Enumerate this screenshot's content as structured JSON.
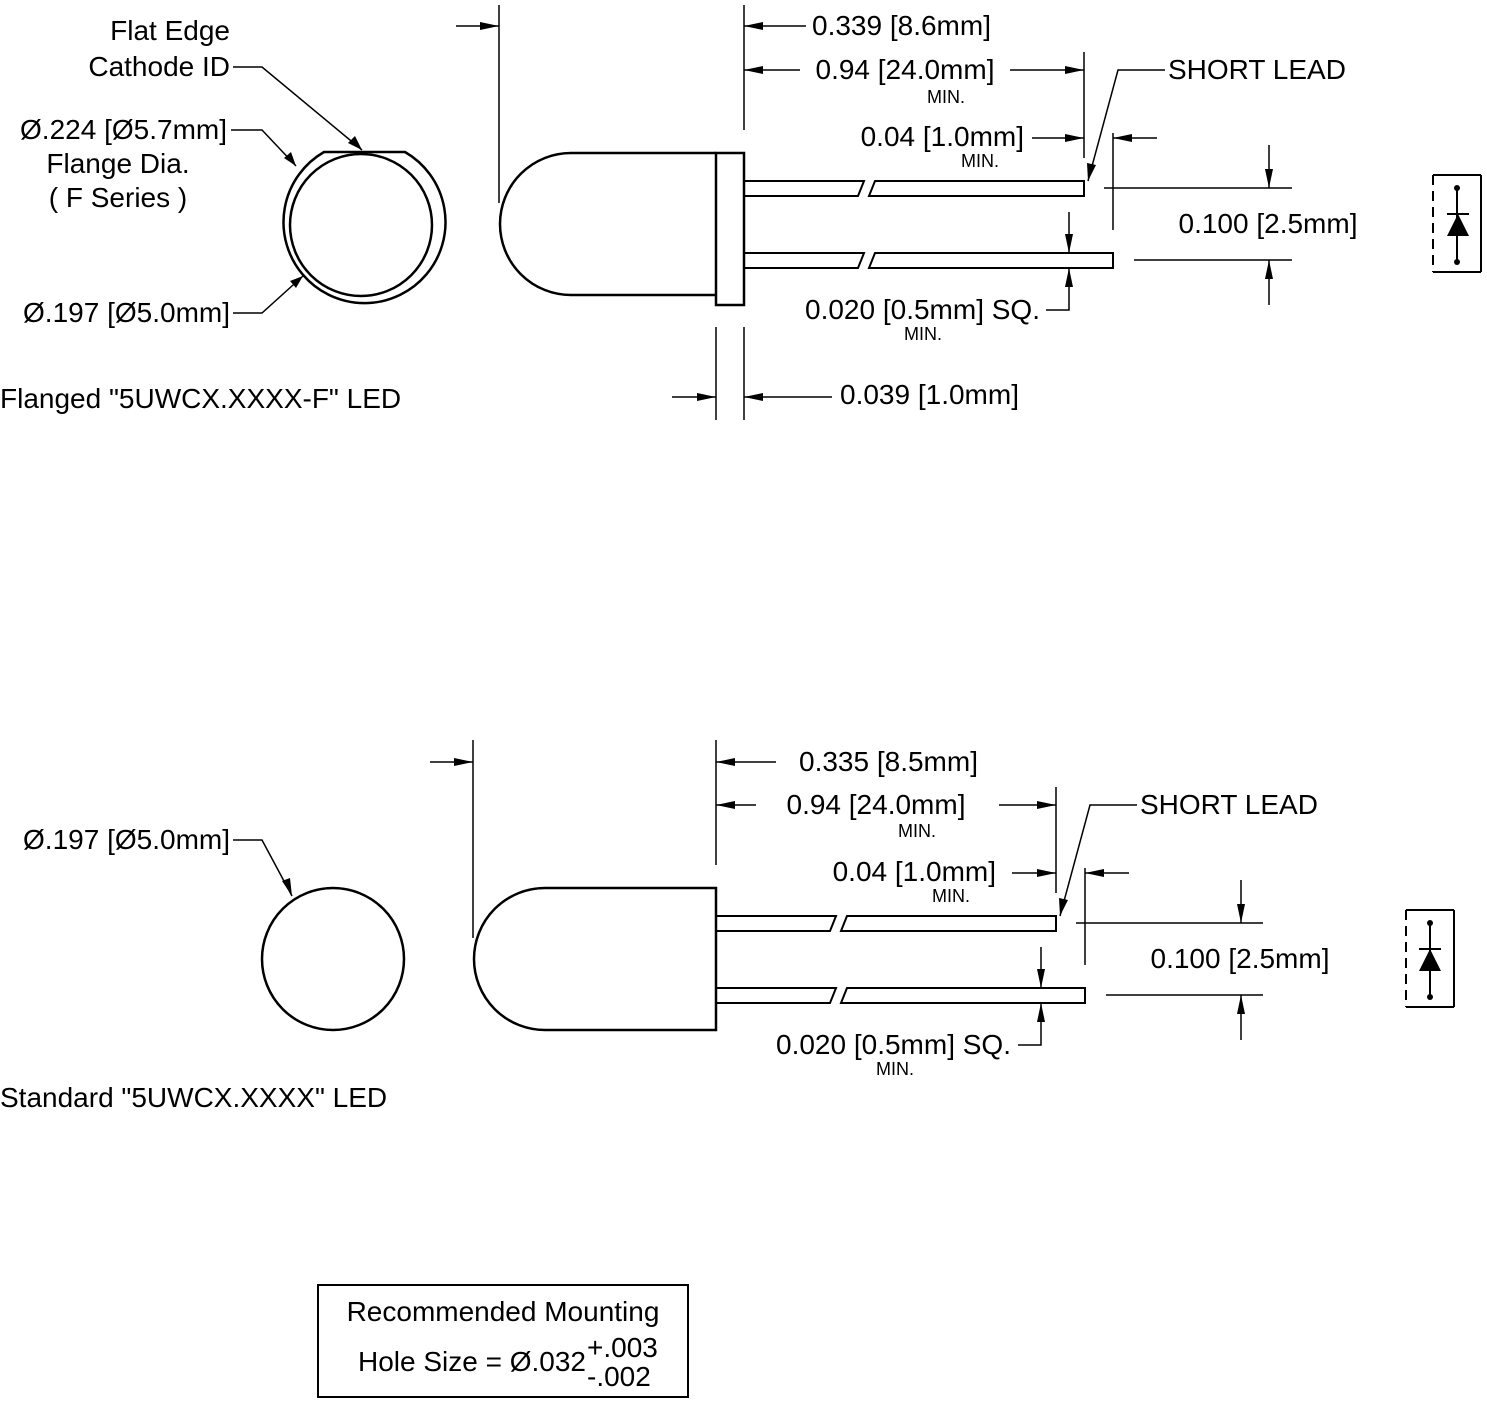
{
  "flanged": {
    "flat_edge_1": "Flat Edge",
    "flat_edge_2": "Cathode ID",
    "flange_dia_1": "Ø.224 [Ø5.7mm]",
    "flange_dia_2": "Flange Dia.",
    "flange_dia_3": "( F Series )",
    "body_dia": "Ø.197 [Ø5.0mm]",
    "caption": "Flanged \"5UWCX.XXXX-F\" LED",
    "dim_length": "0.339 [8.6mm]",
    "dim_lead": "0.94 [24.0mm]",
    "dim_lead_min": "MIN.",
    "short_lead": "SHORT LEAD",
    "dim_short": "0.04 [1.0mm]",
    "dim_short_min": "MIN.",
    "dim_spacing": "0.100 [2.5mm]",
    "dim_sq": "0.020 [0.5mm] SQ.",
    "dim_sq_min": "MIN.",
    "dim_flange": "0.039 [1.0mm]"
  },
  "standard": {
    "body_dia": "Ø.197 [Ø5.0mm]",
    "caption": "Standard \"5UWCX.XXXX\" LED",
    "dim_length": "0.335 [8.5mm]",
    "dim_lead": "0.94 [24.0mm]",
    "dim_lead_min": "MIN.",
    "short_lead": "SHORT LEAD",
    "dim_short": "0.04 [1.0mm]",
    "dim_short_min": "MIN.",
    "dim_spacing": "0.100 [2.5mm]",
    "dim_sq": "0.020 [0.5mm] SQ.",
    "dim_sq_min": "MIN.",
    "symbol_icon": "led-diode-symbol-icon"
  },
  "mounting": {
    "line1": "Recommended Mounting",
    "line2": "Hole Size = Ø.032",
    "tol_plus": "+.003",
    "tol_minus": "-.002"
  }
}
